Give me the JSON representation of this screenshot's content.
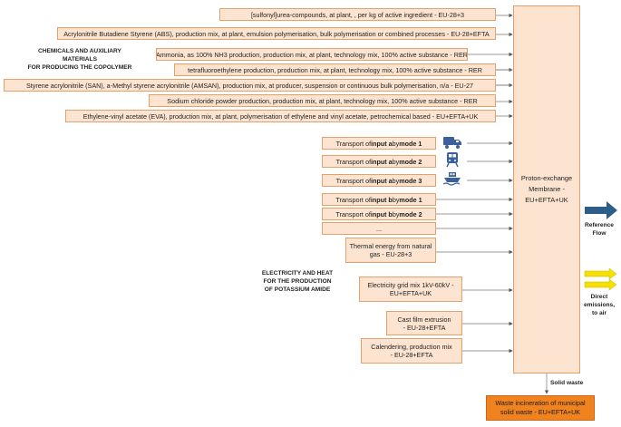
{
  "labels": {
    "chemicals": [
      "CHEMICALS AND AUXILIARY",
      "MATERIALS",
      "FOR PRODUCING THE COPOLYMER"
    ],
    "electricity": [
      "ELECTRICITY AND HEAT",
      "FOR THE PRODUCTION",
      "OF POTASSIUM AMIDE"
    ],
    "reference_flow": [
      "Reference",
      "Flow"
    ],
    "direct_emissions": [
      "Direct",
      "emissions,",
      "to air"
    ],
    "solid_waste": "Solid waste"
  },
  "main_process": [
    "Proton-exchange",
    "Membrane -",
    "EU+EFTA+UK"
  ],
  "waste_process": [
    "Waste incineration of municipal",
    "solid waste - EU+EFTA+UK"
  ],
  "top_inputs": [
    "[sulfonyl]urea-compounds, at plant, , per kg of active ingredient - EU-28+3",
    "Acrylonitrile Butadiene Styrene (ABS), production mix, at plant, emulsion polymerisation, bulk polymerisation or combined processes - EU-28+EFTA",
    "Ammonia, as 100% NH3 production, production mix, at plant, technology mix, 100% active substance - RER",
    "tetrafluoroethylene production, production mix, at plant, technology mix, 100% active substance - RER",
    "Styrene acrylonitrile (SAN), a-Methyl styrene acrylonitrile (AMSAN), production mix, at producer, suspension or continuous bulk polymerisation, n/a - EU-27",
    "Sodium chloride powder production, production mix, at plant, technology mix, 100% active substance - RER",
    "Ethylene-vinyl acetate (EVA), production mix, at plant, polymerisation of ethylene and vinyl acetate, petrochemical based - EU+EFTA+UK"
  ],
  "transport": [
    {
      "pre": "Transport of ",
      "input": "input a",
      "by": " by ",
      "mode": "mode 1"
    },
    {
      "pre": "Transport of ",
      "input": "input a",
      "by": " by ",
      "mode": "mode 2"
    },
    {
      "pre": "Transport of ",
      "input": "input a",
      "by": " by ",
      "mode": "mode 3"
    },
    {
      "pre": "Transport of ",
      "input": "input b",
      "by": " by ",
      "mode": "mode 1"
    },
    {
      "pre": "Transport of ",
      "input": "input b",
      "by": " by ",
      "mode": "mode 2"
    }
  ],
  "ellipsis": "...",
  "energy_inputs": [
    [
      "Thermal energy from natural",
      "gas - EU-28+3"
    ],
    [
      "Electricity grid mix 1kV-60kV -",
      "EU+EFTA+UK"
    ],
    [
      "Cast film extrusion",
      "- EU-28+EFTA"
    ],
    [
      "Calendering, production mix",
      "- EU-28+EFTA"
    ]
  ],
  "icons": [
    "truck-icon",
    "train-icon",
    "ship-icon"
  ],
  "colors": {
    "box_fill": "#fce4d0",
    "box_border": "#e8a06a",
    "waste_fill": "#f0831e",
    "reference_arrow": "#2e5d8a",
    "emission_arrow": "#f5e000",
    "icon_blue": "#3a5f9a"
  }
}
